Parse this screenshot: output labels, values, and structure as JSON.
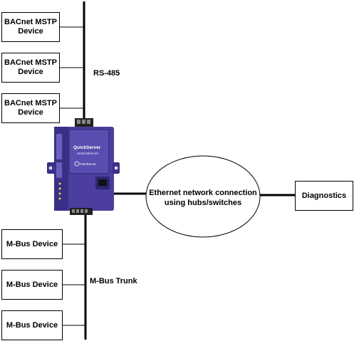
{
  "bacnet_devices": [
    {
      "line1": "BACnet MSTP",
      "line2": "Device"
    },
    {
      "line1": "BACnet MSTP",
      "line2": "Device"
    },
    {
      "line1": "BACnet MSTP",
      "line2": "Device"
    }
  ],
  "mbus_devices": [
    {
      "label": "M-Bus Device"
    },
    {
      "label": "M-Bus Device"
    },
    {
      "label": "M-Bus Device"
    }
  ],
  "rs485_label": "RS-485",
  "mbus_trunk_label": "M-Bus Trunk",
  "ethernet": {
    "line1": "Ethernet network connection",
    "line2": "using hubs/switches"
  },
  "diagnostics_label": "Diagnostics",
  "gateway": {
    "brand": "QuickServer",
    "sub": "Serial-Ethernet",
    "logo": "FieldServer"
  },
  "colors": {
    "device_purple": "#4b3e9e",
    "device_dark": "#2e2570",
    "line": "#000000"
  }
}
